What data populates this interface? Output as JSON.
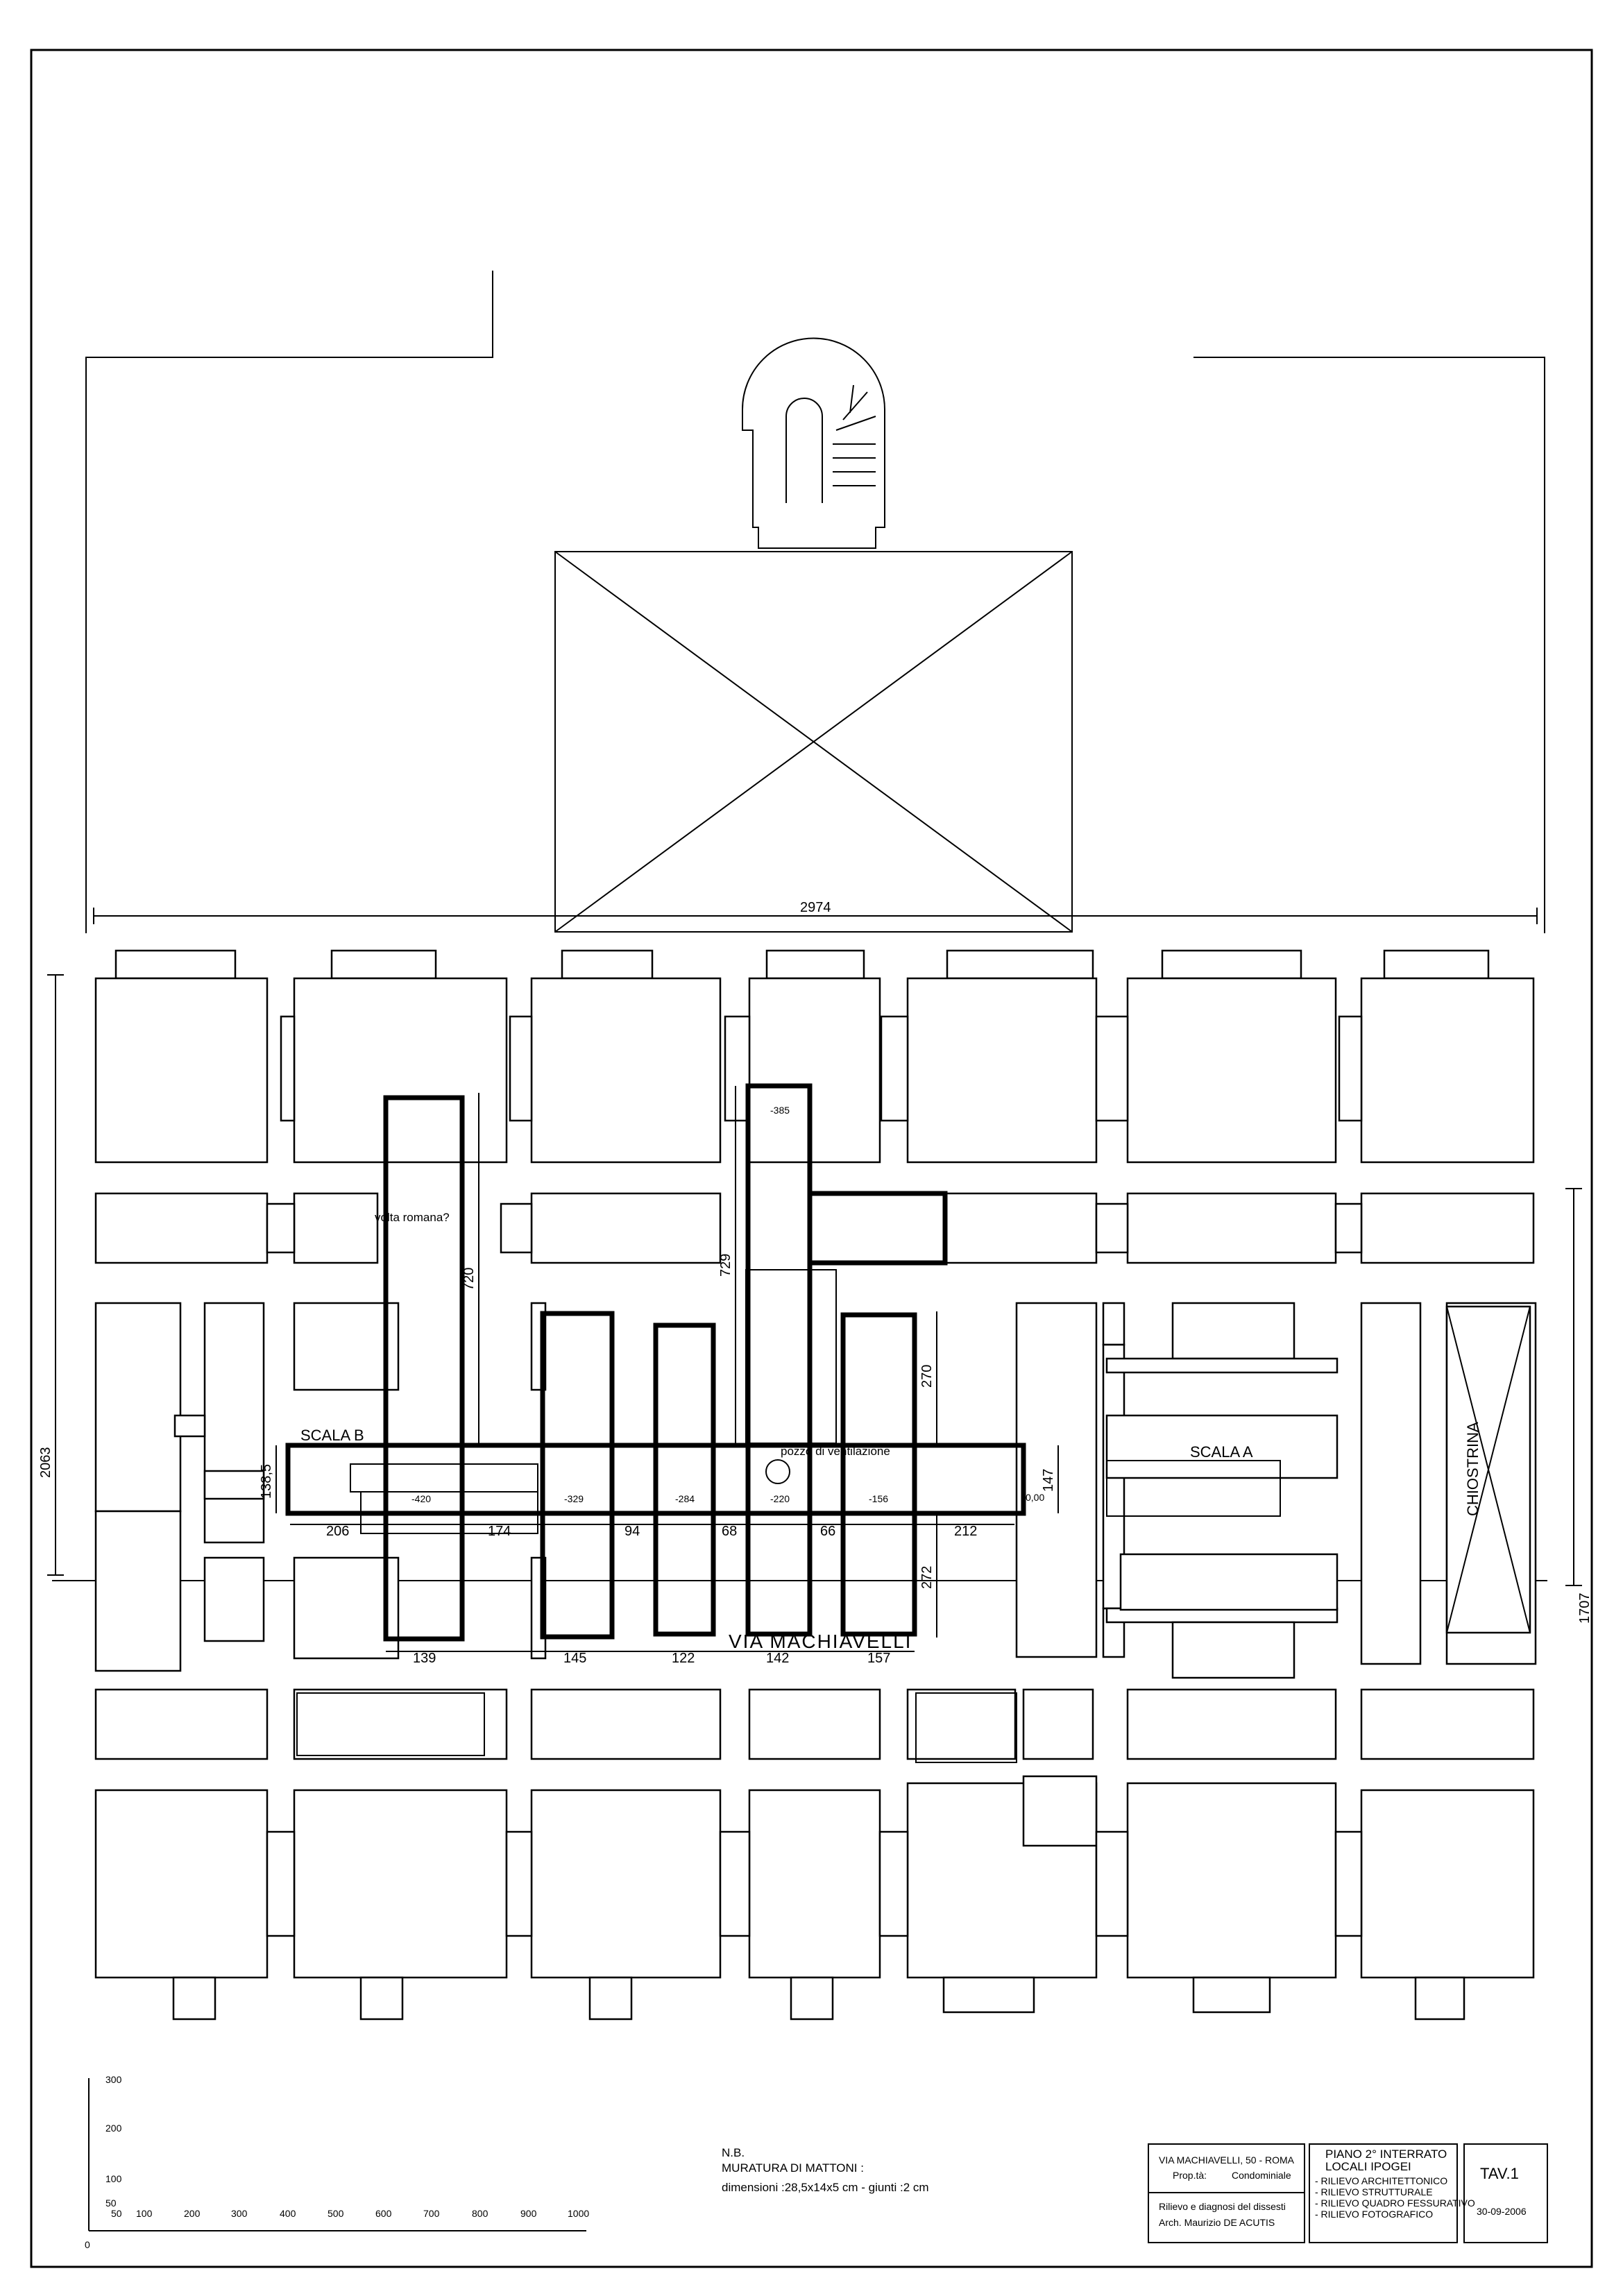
{
  "street": "VIA MACHIAVELLI",
  "labels": {
    "scala_a": "SCALA A",
    "scala_b": "SCALA B",
    "chiostrina": "CHIOSTRINA",
    "volta": "volta romana?",
    "pozzo": "pozzo di ventilazione"
  },
  "dimensions": {
    "width_top": "2974",
    "height_left": "2063",
    "height_right": "1707",
    "d720": "720",
    "d729": "729",
    "d270": "270",
    "d272": "272",
    "d147": "147",
    "d1385": "138,5",
    "d206": "206",
    "d174": "174",
    "d94": "94",
    "d68": "68",
    "d66": "66",
    "d212": "212",
    "d139": "139",
    "d145": "145",
    "d122": "122",
    "d142": "142",
    "d157": "157"
  },
  "levels": {
    "l385": "-385",
    "l420": "-420",
    "l329": "-329",
    "l284": "-284",
    "l220": "-220",
    "l156": "-156",
    "l000": "0,00"
  },
  "scale_bar": {
    "vertical": [
      "300",
      "200",
      "100",
      "50",
      "0"
    ],
    "horizontal": [
      "0",
      "50",
      "100",
      "200",
      "300",
      "400",
      "500",
      "600",
      "700",
      "800",
      "900",
      "1000"
    ]
  },
  "note": {
    "nb": "N.B.",
    "title": "MURATURA DI MATTONI :",
    "dims": "dimensioni :28,5x14x5 cm - giunti :2 cm"
  },
  "title_block": {
    "address": "VIA MACHIAVELLI, 50 - ROMA",
    "owner_label": "Prop.tà:",
    "owner": "Condominiale",
    "desc": "Rilievo e diagnosi del dissesti",
    "architect": "Arch. Maurizio DE ACUTIS",
    "plan_title_1": "PIANO 2° INTERRATO",
    "plan_title_2": "LOCALI   IPOGEI",
    "items": [
      "- RILIEVO  ARCHITETTONICO",
      "- RILIEVO  STRUTTURALE",
      "- RILIEVO  QUADRO FESSURATIVO",
      "- RILIEVO  FOTOGRAFICO"
    ],
    "sheet": "TAV.1",
    "date": "30-09-2006"
  }
}
